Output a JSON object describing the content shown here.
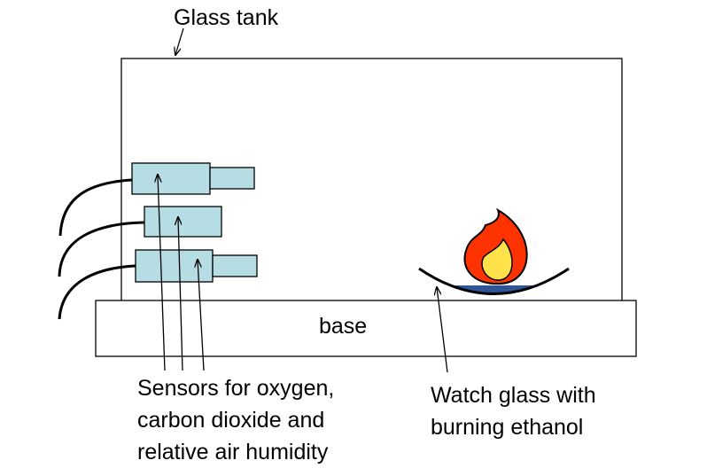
{
  "labels": {
    "glass_tank": "Glass tank",
    "base": "base",
    "sensors": [
      "Sensors for oxygen,",
      "carbon dioxide and",
      "relative air humidity"
    ],
    "watch_glass": [
      "Watch glass with",
      "burning ethanol"
    ]
  },
  "colors": {
    "sensor_fill": "#b7dde4",
    "flame_outer": "#ff3300",
    "flame_inner": "#ffe24a",
    "ethanol": "#2f5597",
    "line": "#000000"
  }
}
